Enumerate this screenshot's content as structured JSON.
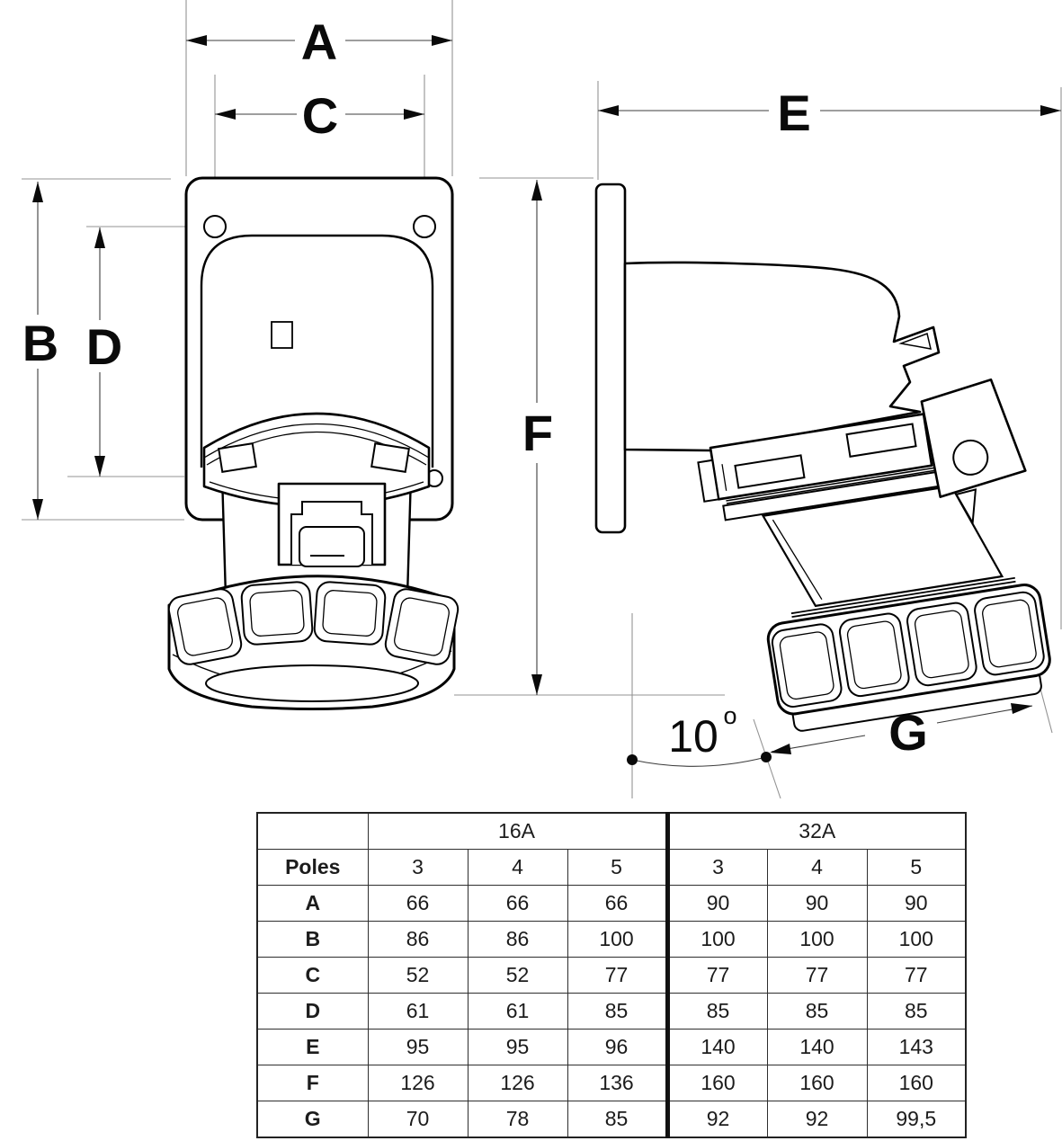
{
  "diagram": {
    "labels": {
      "A": "A",
      "B": "B",
      "C": "C",
      "D": "D",
      "E": "E",
      "F": "F",
      "G": "G"
    },
    "angle": {
      "value": "10",
      "unit": "o"
    }
  },
  "table": {
    "group_headers": [
      "16A",
      "32A"
    ],
    "poles_label": "Poles",
    "poles_values": [
      "3",
      "4",
      "5",
      "3",
      "4",
      "5"
    ],
    "rows": [
      {
        "label": "A",
        "values": [
          "66",
          "66",
          "66",
          "90",
          "90",
          "90"
        ]
      },
      {
        "label": "B",
        "values": [
          "86",
          "86",
          "100",
          "100",
          "100",
          "100"
        ]
      },
      {
        "label": "C",
        "values": [
          "52",
          "52",
          "77",
          "77",
          "77",
          "77"
        ]
      },
      {
        "label": "D",
        "values": [
          "61",
          "61",
          "85",
          "85",
          "85",
          "85"
        ]
      },
      {
        "label": "E",
        "values": [
          "95",
          "95",
          "96",
          "140",
          "140",
          "143"
        ]
      },
      {
        "label": "F",
        "values": [
          "126",
          "126",
          "136",
          "160",
          "160",
          "160"
        ]
      },
      {
        "label": "G",
        "values": [
          "70",
          "78",
          "85",
          "92",
          "92",
          "99,5"
        ]
      }
    ]
  }
}
